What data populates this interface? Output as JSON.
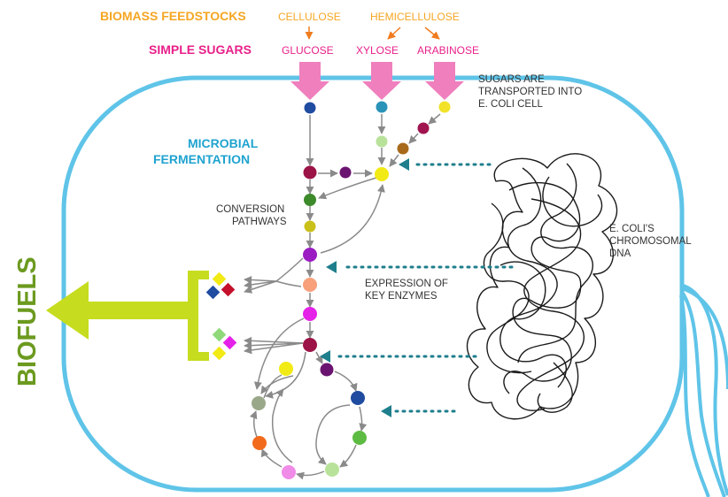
{
  "headers": {
    "biomass_feedstocks": "BIOMASS FEEDSTOCKS",
    "simple_sugars": "SIMPLE SUGARS"
  },
  "feedstocks": {
    "cellulose": "CELLULOSE",
    "hemicellulose": "HEMICELLULOSE"
  },
  "sugars": {
    "glucose": "GLUCOSE",
    "xylose": "XYLOSE",
    "arabinose": "ARABINOSE"
  },
  "annotations": {
    "transport": [
      "SUGARS ARE",
      "TRANSPORTED INTO",
      "E. COLI CELL"
    ],
    "fermentation": [
      "MICROBIAL",
      "FERMENTATION"
    ],
    "conversion": [
      "CONVERSION",
      "PATHWAYS"
    ],
    "dna": [
      "E. COLI'S",
      "CHROMOSOMAL",
      "DNA"
    ],
    "enzymes": [
      "EXPRESSION OF",
      "KEY ENZYMES"
    ]
  },
  "output": {
    "biofuels": "BIOFUELS"
  },
  "colors": {
    "orange": "#f5a623",
    "magenta": "#e8208a",
    "pink_arrow": "#ef7fbd",
    "cell_blue": "#5fc4e8",
    "teal_text": "#1fa3cf",
    "dark_teal": "#1e7e8c",
    "green": "#6c9a1f",
    "lime": "#c6dc1e"
  }
}
